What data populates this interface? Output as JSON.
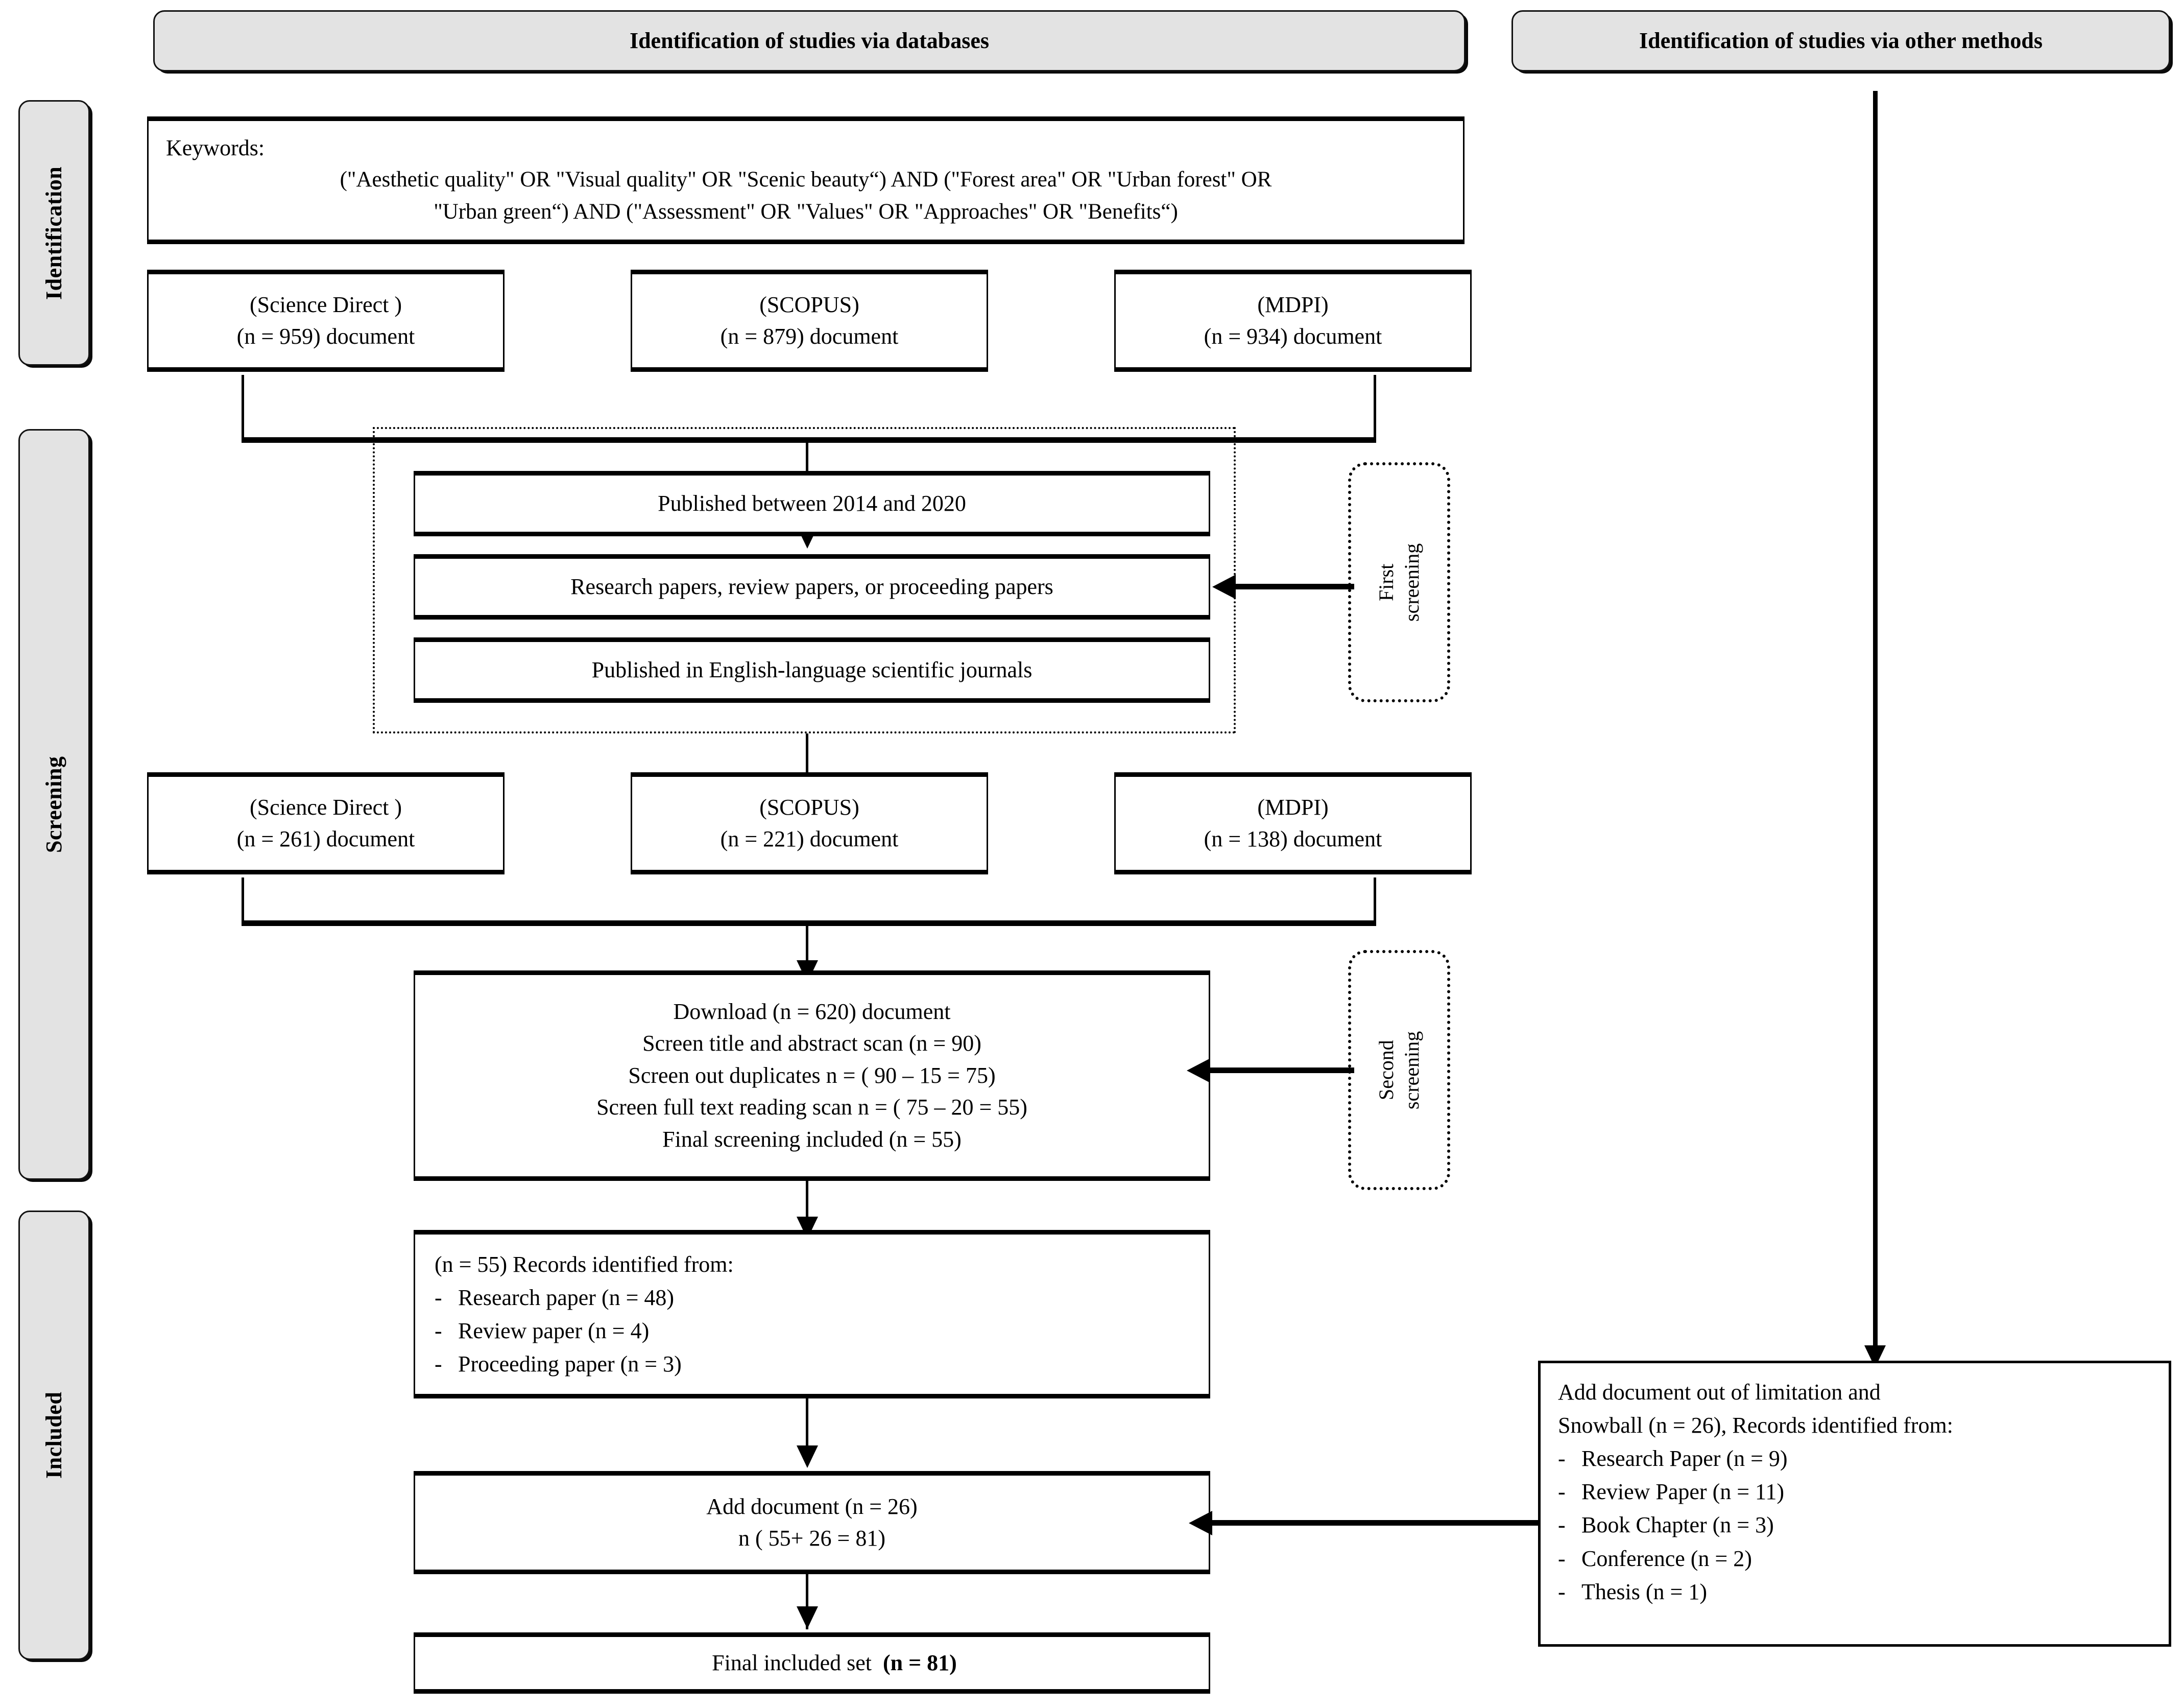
{
  "headers": {
    "databases": "Identification of studies via databases",
    "other_methods": "Identification of studies via other methods"
  },
  "stage_labels": {
    "identification": "Identification",
    "screening": "Screening",
    "included": "Included"
  },
  "keywords_box": {
    "title": "Keywords:",
    "line1": "(\"Aesthetic quality\" OR \"Visual quality\" OR \"Scenic beauty“) AND (\"Forest area\" OR \"Urban forest\" OR",
    "line2": "\"Urban green“) AND (\"Assessment\" OR \"Values\" OR \"Approaches\" OR \"Benefits“)"
  },
  "sources_initial": [
    {
      "name": "(Science Direct )",
      "count": "(n = 959) document"
    },
    {
      "name": "(SCOPUS)",
      "count": "(n = 879) document"
    },
    {
      "name": "(MDPI)",
      "count": "(n = 934) document"
    }
  ],
  "first_screening": {
    "label": "First\nscreening",
    "criteria": [
      "Published between 2014 and 2020",
      "Research papers, review papers, or proceeding papers",
      "Published in English-language scientific journals"
    ]
  },
  "sources_screened": [
    {
      "name": "(Science Direct )",
      "count": "(n = 261) document"
    },
    {
      "name": "(SCOPUS)",
      "count": "(n = 221) document"
    },
    {
      "name": "(MDPI)",
      "count": "(n = 138) document"
    }
  ],
  "second_screening": {
    "label": "Second\nscreening",
    "lines": [
      "Download (n = 620) document",
      "Screen title and abstract scan  (n = 90)",
      "Screen out duplicates n = ( 90 – 15 = 75)",
      "Screen full text reading scan n = ( 75 – 20 = 55)",
      "Final screening included (n = 55)"
    ]
  },
  "records_identified": {
    "heading": "(n = 55) Records identified from:",
    "bullet_mark": "-",
    "items": [
      "Research paper  (n = 48)",
      "Review paper (n = 4)",
      "Proceeding paper  (n = 3)"
    ]
  },
  "add_document": {
    "line1": "Add document (n = 26)",
    "line2": "n ( 55+ 26 = 81)"
  },
  "final_set": {
    "prefix": "Final included set  ",
    "value": "(n = 81)"
  },
  "other_methods_box": {
    "line1": "Add document out of limitation and",
    "line2": "Snowball (n = 26), Records identified from:",
    "bullet_mark": "-",
    "items": [
      "Research Paper  (n = 9)",
      "Review Paper (n = 11)",
      "Book Chapter (n = 3)",
      "Conference (n = 2)",
      "Thesis (n = 1)"
    ]
  },
  "colors": {
    "pill_fill": "#e3e3e3",
    "stroke": "#000000",
    "canvas": "#ffffff"
  }
}
